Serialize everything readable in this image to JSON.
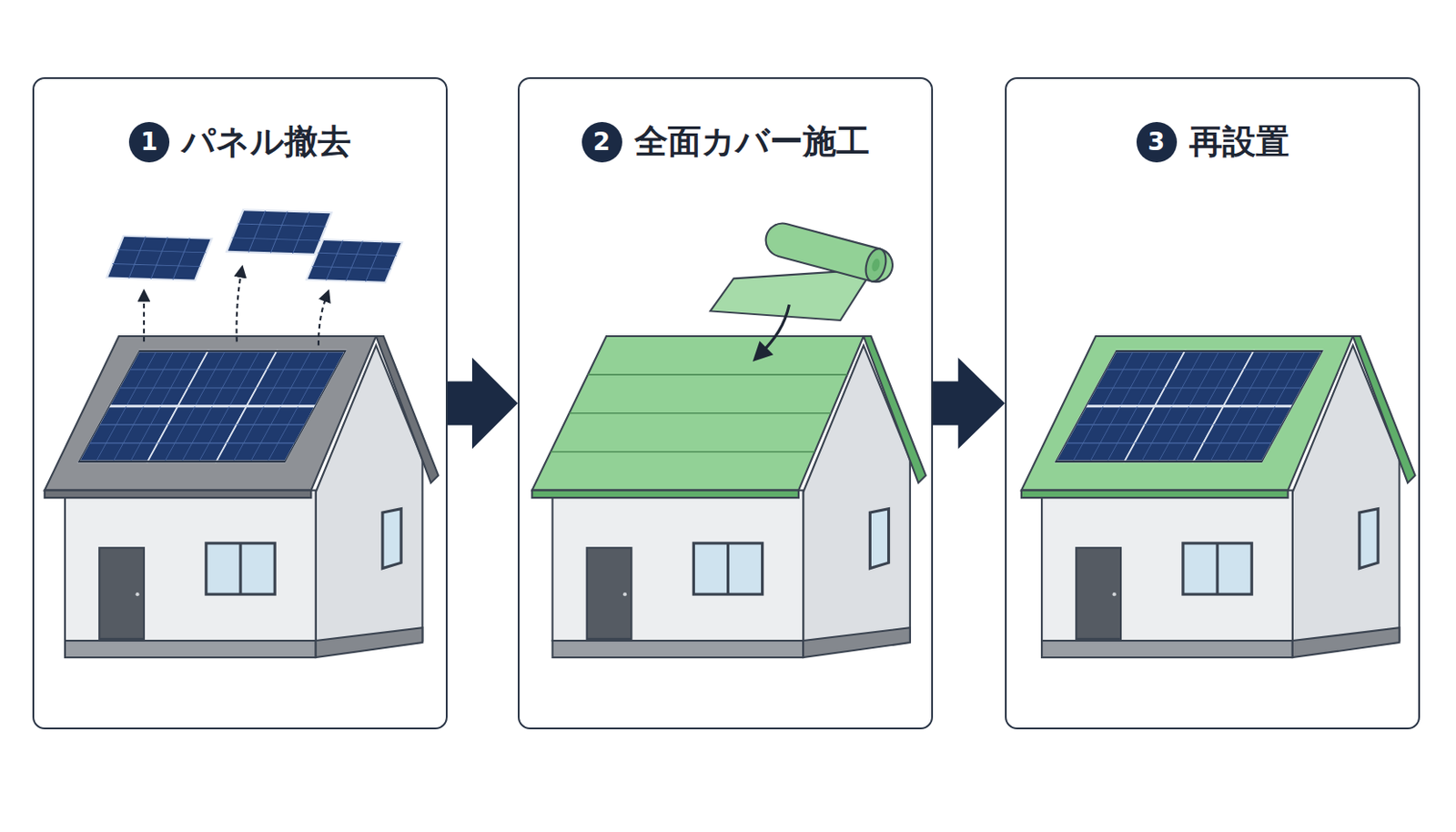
{
  "diagram": {
    "nodes": [
      {
        "text": [
          "パネル撤去"
        ]
      },
      {
        "text": [
          "全面カバー施工"
        ]
      },
      {
        "text": [
          "再設置"
        ]
      }
    ],
    "edges": [
      {
        "from": 0,
        "to": 1,
        "arrow": "to"
      },
      {
        "from": 1,
        "to": 2,
        "arrow": "to"
      }
    ],
    "labels": [
      "1",
      "2",
      "3"
    ]
  }
}
